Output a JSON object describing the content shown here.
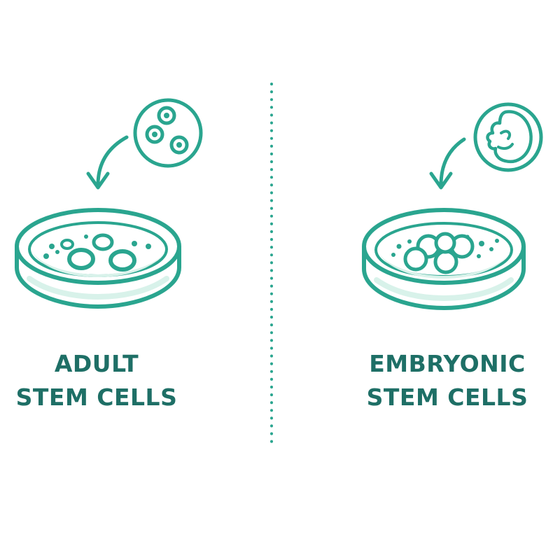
{
  "colors": {
    "stroke": "#2aa58f",
    "fill_light": "#d8f2ea",
    "text": "#1e6f66",
    "divider": "#2aa58f"
  },
  "left": {
    "title_line1": "ADULT",
    "title_line2": "STEM CELLS",
    "icons": [
      "cell-cluster-icon",
      "arrow-icon",
      "petri-dish-icon"
    ]
  },
  "right": {
    "title_line1": "EMBRYONIC",
    "title_line2": "STEM CELLS",
    "icons": [
      "embryo-icon",
      "arrow-icon",
      "petri-dish-icon"
    ]
  }
}
